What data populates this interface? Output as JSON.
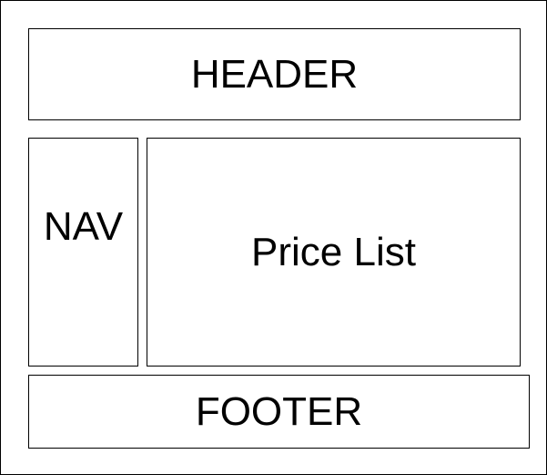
{
  "diagram": {
    "header": {
      "label": "HEADER"
    },
    "nav": {
      "label": "NAV"
    },
    "main": {
      "label": "Price List"
    },
    "footer": {
      "label": "FOOTER"
    }
  },
  "colors": {
    "stroke": "#000000",
    "background": "#ffffff",
    "text": "#000000"
  }
}
